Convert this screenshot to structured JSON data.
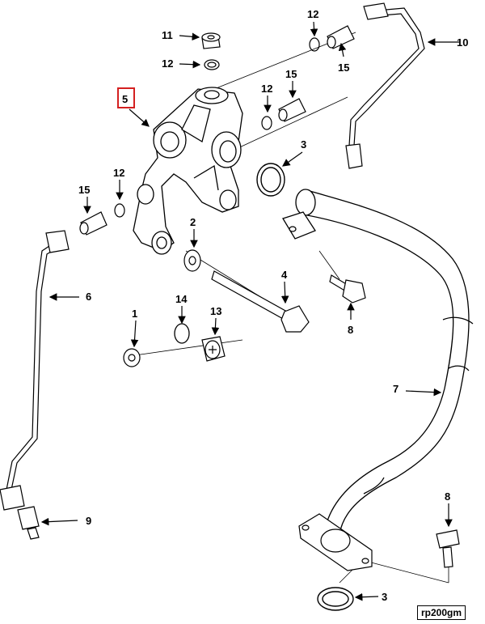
{
  "callouts": {
    "c1": "1",
    "c2": "2",
    "c3a": "3",
    "c3b": "3",
    "c4": "4",
    "c5": "5",
    "c6": "6",
    "c7": "7",
    "c8a": "8",
    "c8b": "8",
    "c9": "9",
    "c10": "10",
    "c11": "11",
    "c12a": "12",
    "c12b": "12",
    "c12c": "12",
    "c12d": "12",
    "c13": "13",
    "c14": "14",
    "c15a": "15",
    "c15b": "15",
    "c15c": "15"
  },
  "highlighted_callout": "5",
  "reference": "rp200gm",
  "colors": {
    "highlight": "#d42020",
    "line": "#000000",
    "fill": "#ffffff"
  }
}
